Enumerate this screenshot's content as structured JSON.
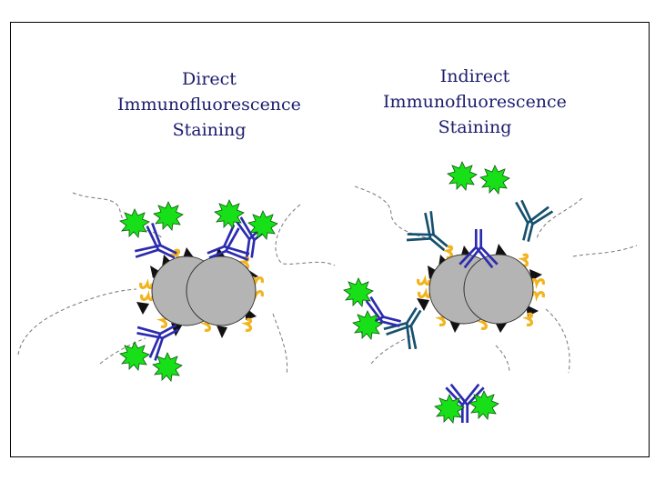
{
  "panels": [
    {
      "id": "direct",
      "title_lines": [
        "Direct",
        "Immunofluorescence",
        "Staining"
      ]
    },
    {
      "id": "indirect",
      "title_lines": [
        "Indirect",
        "Immunofluorescence",
        "Staining"
      ]
    }
  ],
  "colors": {
    "title": "#1c1c6e",
    "primary_antibody": "#2b2bb0",
    "secondary_antibody": "#15506e",
    "fluorophore": "#18e018",
    "cell": "#b4b4b4",
    "epitope_dark": "#111111",
    "epitope_yellow": "#f2b41e",
    "background": "#ffffff"
  },
  "icons": [
    "fluorophore-starburst-icon",
    "antibody-y-icon",
    "cell-icon"
  ]
}
